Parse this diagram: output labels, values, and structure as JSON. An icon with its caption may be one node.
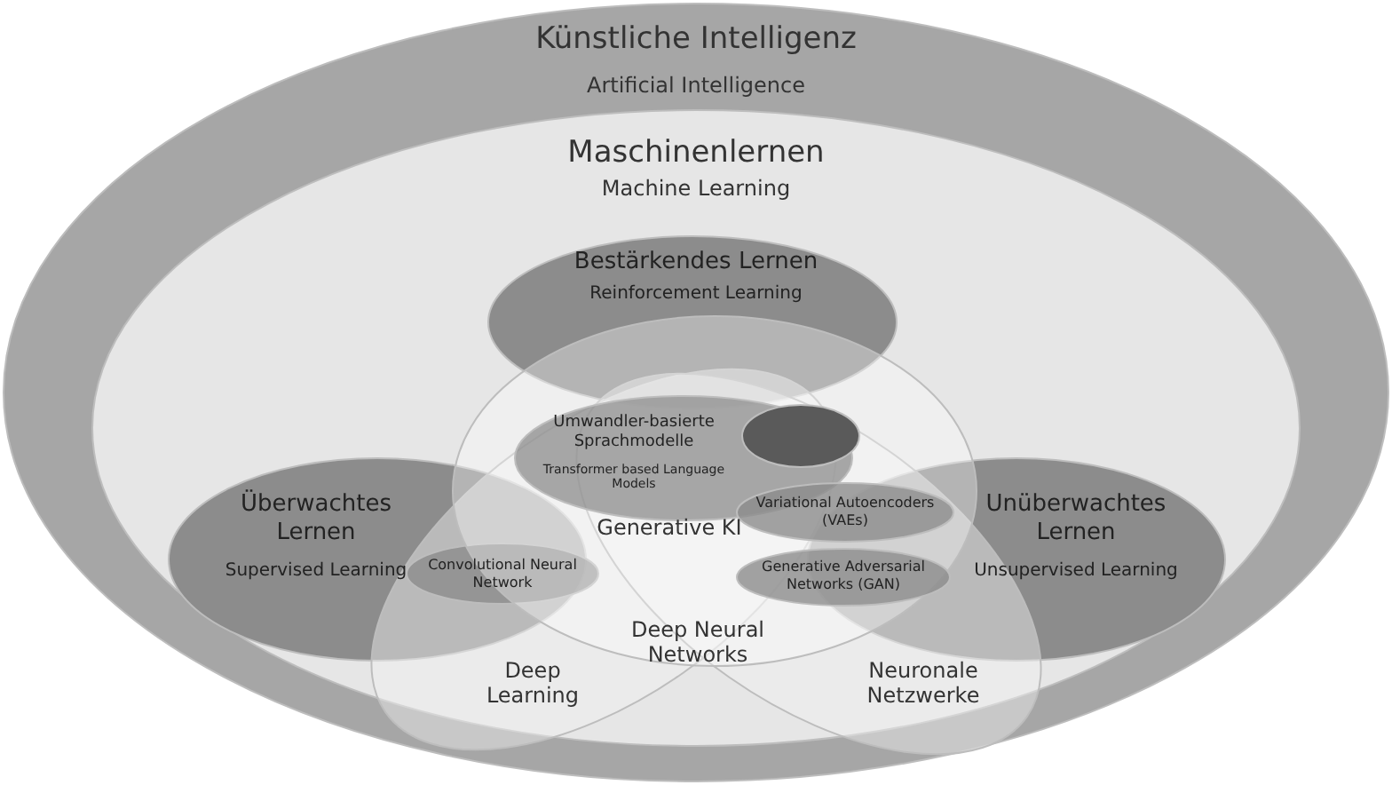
{
  "diagram": {
    "nodes": [
      {
        "text": [
          "Künstliche Intelligenz",
          "Artificial Intelligence"
        ]
      },
      {
        "text": [
          "Maschinenlernen",
          "Machine Learning"
        ],
        "in": 0
      },
      {
        "text": [
          "Bestärkendes Lernen",
          "Reinforcement Learning"
        ],
        "in": 1
      },
      {
        "text": [
          "Überwachtes Lernen",
          "Supervised Learning"
        ],
        "in": 1
      },
      {
        "text": [
          "Unüberwachtes Lernen",
          "Unsupervised Learning"
        ],
        "in": 1
      },
      {
        "text": [
          "Deep Learning"
        ],
        "in": 1
      },
      {
        "text": [
          "Neuronale Netzwerke"
        ],
        "in": 1
      },
      {
        "text": [],
        "shape": "ellipse",
        "in": 1
      },
      {
        "text": [
          "Umwandler-basierte Sprachmodelle",
          "Transformer based Language Models"
        ]
      },
      {
        "text": [],
        "shape": "ellipse",
        "in": 8
      },
      {
        "text": [
          "Variational Autoencoders (VAEs)"
        ]
      },
      {
        "text": [
          "Generative Adversarial Networks (GAN)"
        ]
      },
      {
        "text": [
          "Convolutional Neural Network"
        ],
        "in": 5
      }
    ],
    "labels": [
      "Generative KI",
      "Deep Neural Networks"
    ]
  }
}
